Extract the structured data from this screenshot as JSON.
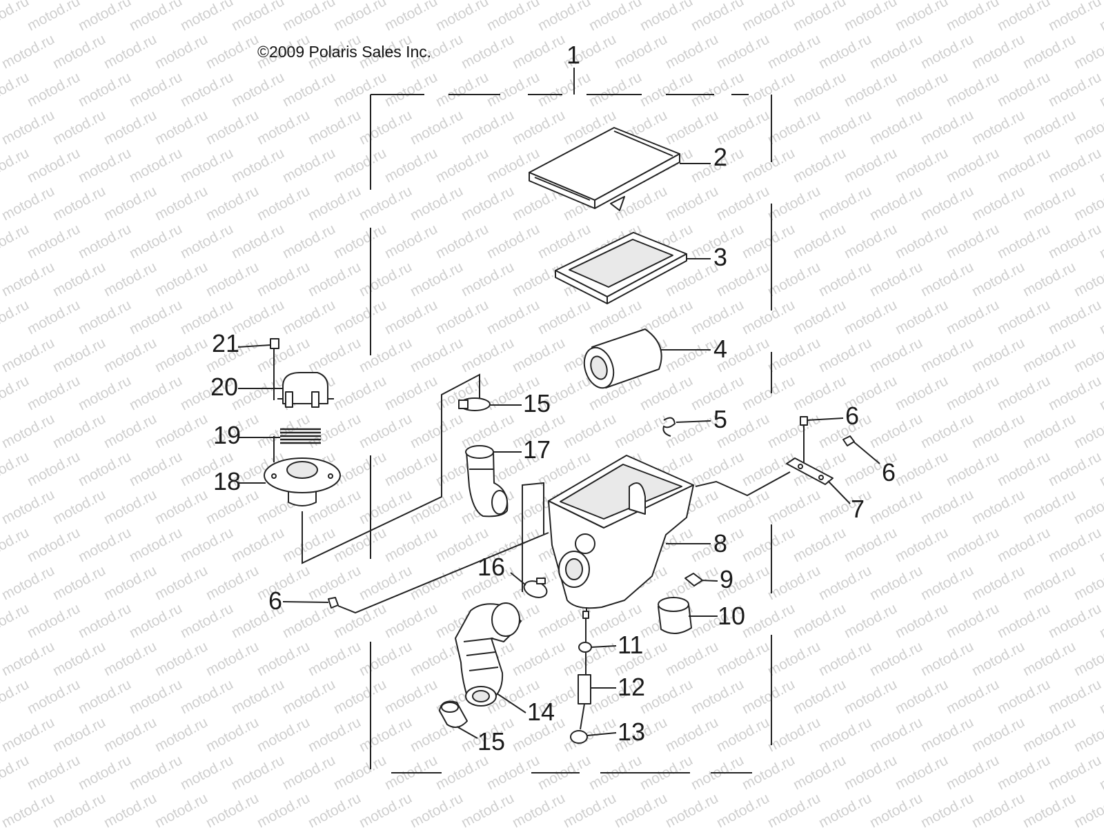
{
  "copyright": "©2009 Polaris Sales Inc.",
  "watermark": "motod.ru",
  "parts": {
    "assembly": "1",
    "cover": "2",
    "filter_panel": "3",
    "filter_round": "4",
    "clip": "5",
    "screw_right_top": "6",
    "screw_right_mid": "6",
    "bracket": "7",
    "airbox": "8",
    "foam_pad": "9",
    "band": "10",
    "drain_clamp": "11",
    "drain_tube": "12",
    "drain_plug": "13",
    "intake_duct": "14",
    "clamp_upper": "15",
    "clamp_lower": "15",
    "clamp_mid": "16",
    "elbow": "17",
    "base": "18",
    "screen": "19",
    "cap": "20",
    "screw_top": "21",
    "screw_left": "6"
  },
  "colors": {
    "line": "#222222",
    "watermark": "#cfcfcf",
    "background": "#ffffff"
  }
}
